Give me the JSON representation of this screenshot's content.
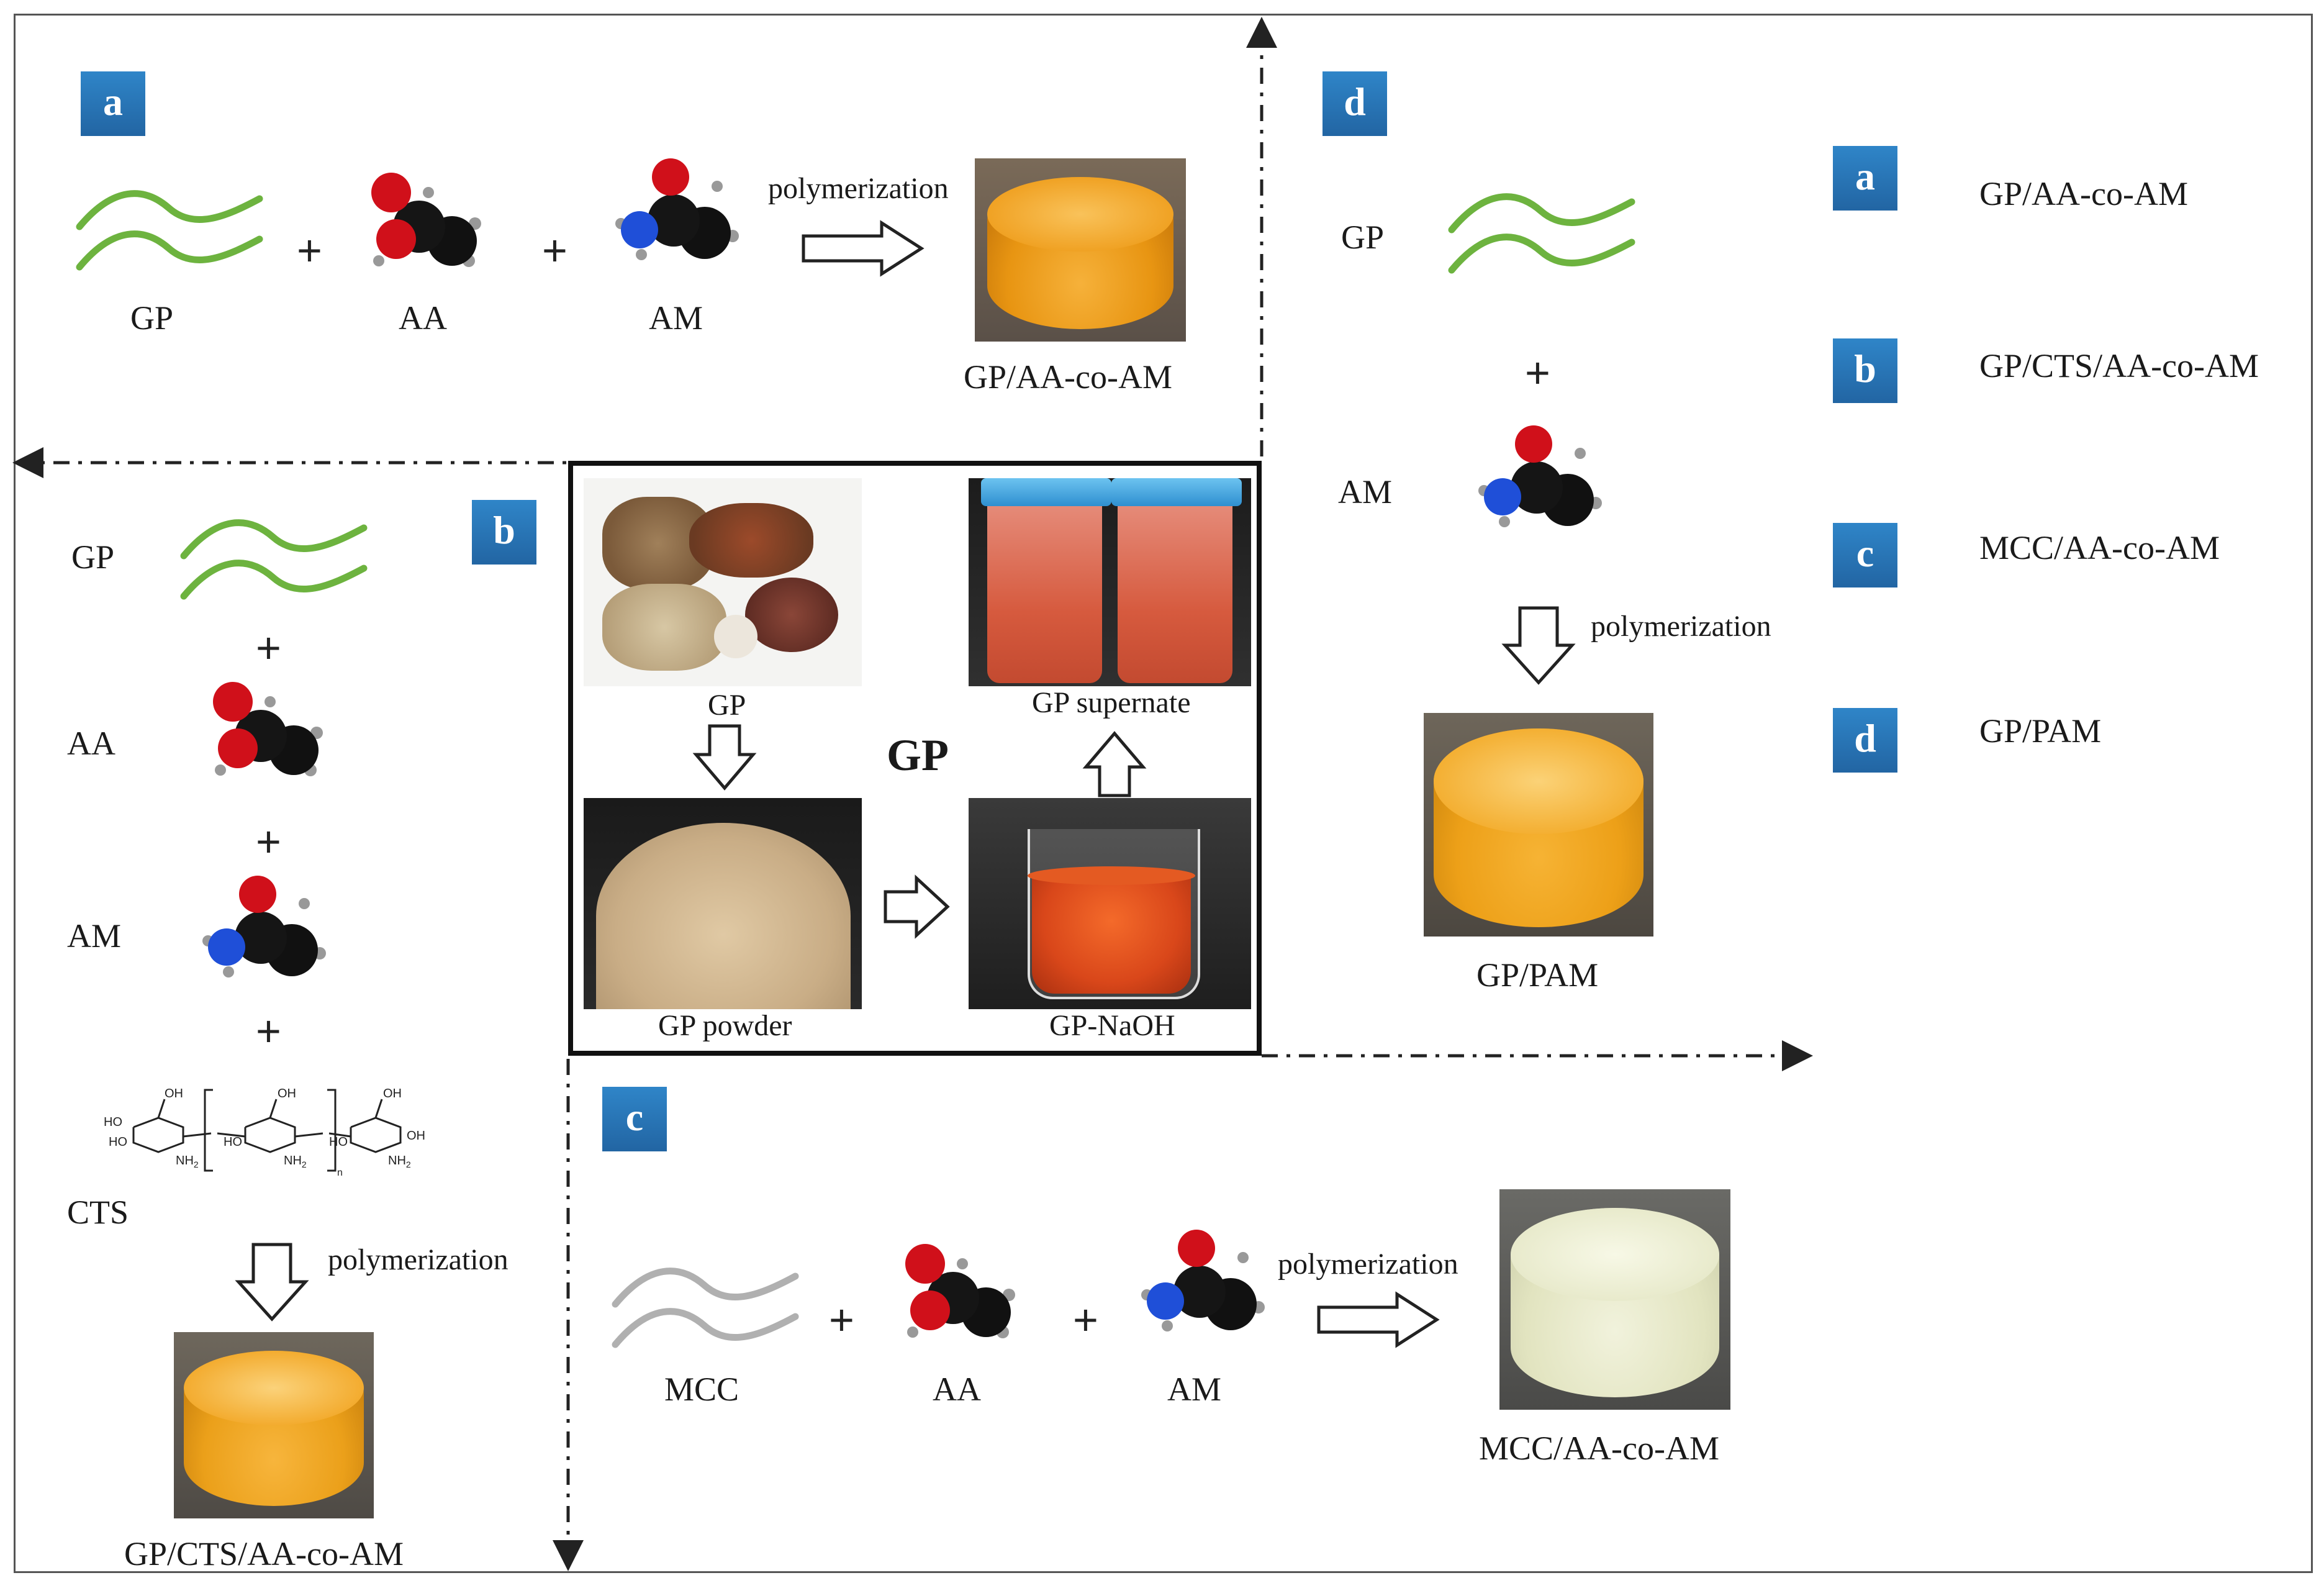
{
  "badges": {
    "a": "a",
    "b": "b",
    "c": "c",
    "d": "d"
  },
  "panel_a": {
    "reactants": [
      "GP",
      "AA",
      "AM"
    ],
    "arrow_label": "polymerization",
    "product": "GP/AA-co-AM"
  },
  "panel_b": {
    "reactants": [
      "GP",
      "AA",
      "AM",
      "CTS"
    ],
    "arrow_label": "polymerization",
    "product": "GP/CTS/AA-co-AM"
  },
  "panel_c": {
    "reactants": [
      "MCC",
      "AA",
      "AM"
    ],
    "arrow_label": "polymerization",
    "product": "MCC/AA-co-AM"
  },
  "panel_d": {
    "reactants": [
      "GP",
      "AM"
    ],
    "arrow_label": "polymerization",
    "product": "GP/PAM"
  },
  "center": {
    "title": "GP",
    "steps": [
      "GP",
      "GP powder",
      "GP-NaOH",
      "GP supernate"
    ]
  },
  "chem": {
    "oh": "OH",
    "ho": "HO",
    "nh2": "NH",
    "sub2": "2",
    "n": "n"
  },
  "plus": "+",
  "legend": [
    {
      "badge": "a",
      "label": "GP/AA-co-AM"
    },
    {
      "badge": "b",
      "label": "GP/CTS/AA-co-AM"
    },
    {
      "badge": "c",
      "label": "MCC/AA-co-AM"
    },
    {
      "badge": "d",
      "label": "GP/PAM"
    }
  ],
  "colors": {
    "polymer_green": "#6db33f",
    "polymer_gray": "#b0b0b0",
    "badge_blue": "#2a74b8",
    "hydrogel_orange": "#f2a21c",
    "hydrogel_pale": "#e9ead0"
  }
}
